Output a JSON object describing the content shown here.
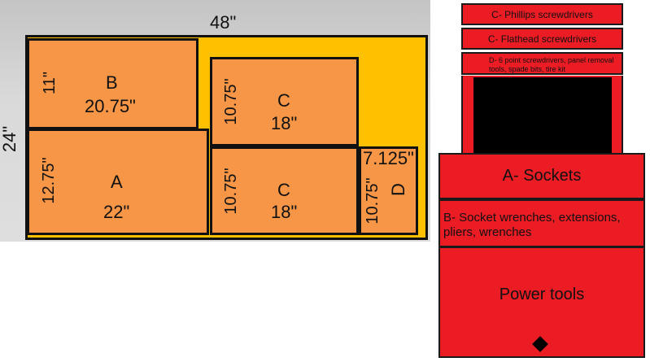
{
  "layout_diagram": {
    "width_label": "48\"",
    "height_label": "24\"",
    "compartments": {
      "B": {
        "letter": "B",
        "width": "20.75\"",
        "height": "11\""
      },
      "A": {
        "letter": "A",
        "width": "22\"",
        "height": "12.75\""
      },
      "C_top": {
        "letter": "C",
        "width": "18\"",
        "height": "10.75\""
      },
      "C_bottom": {
        "letter": "C",
        "width": "18\"",
        "height": "10.75\""
      },
      "D": {
        "letter": "D",
        "width": "7.125\"",
        "height": "10.75\""
      }
    }
  },
  "toolbox": {
    "top_drawers": [
      "C- Phillips screwdrivers",
      "C- Flathead screwdrivers",
      "D- 6 point screwdrivers, panel removal tools, spade bits, tire kit"
    ],
    "middle_drawers": [
      "A- Sockets",
      "B- Socket wrenches, extensions, pliers, wrenches"
    ],
    "bottom_cabinet": "Power tools"
  },
  "colors": {
    "drawer_yellow": "#ffc000",
    "compartment_orange": "#f79646",
    "toolbox_red": "#ec1c24",
    "outline": "#111111"
  }
}
